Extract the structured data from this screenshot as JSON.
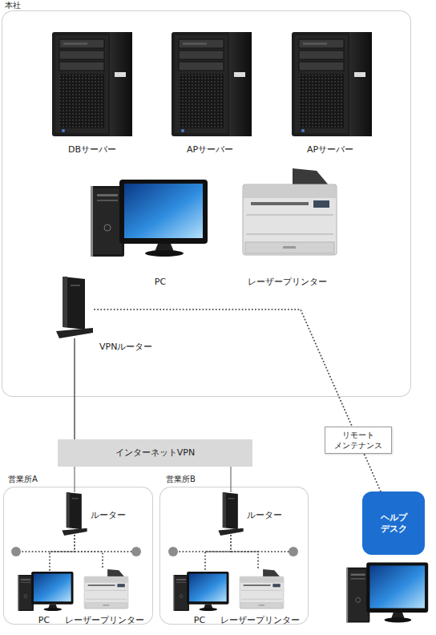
{
  "diagram": {
    "nodes": [
      {
        "text": [
          "本社"
        ]
      },
      {
        "text": [
          "DBサーバー"
        ],
        "in": 0
      },
      {
        "text": [
          "APサーバー"
        ],
        "in": 0
      },
      {
        "text": [
          "APサーバー"
        ],
        "in": 0
      },
      {
        "text": [
          "PC"
        ],
        "in": 0
      },
      {
        "text": [
          "レーザープリンター"
        ],
        "in": 0
      },
      {
        "text": [
          "VPNルーター"
        ],
        "in": 0
      },
      {
        "text": [
          "インターネットVPN"
        ]
      },
      {
        "text": [
          "営業所A"
        ]
      },
      {
        "text": [
          "ルーター"
        ],
        "in": 8
      },
      {
        "text": [
          "PC"
        ],
        "in": 8
      },
      {
        "text": [
          "レーザープリンター"
        ],
        "in": 8
      },
      {
        "text": [
          "営業所B"
        ]
      },
      {
        "text": [
          "ルーター"
        ],
        "in": 12
      },
      {
        "text": [
          "PC"
        ],
        "in": 12
      },
      {
        "text": [
          "レーザープリンター"
        ],
        "in": 12
      },
      {
        "text": [
          "ヘルプ デスク"
        ]
      }
    ],
    "edges": [
      {
        "from": 6,
        "to": 7,
        "arrow": "none"
      },
      {
        "from": 7,
        "to": 9,
        "arrow": "none"
      },
      {
        "from": 7,
        "to": 13,
        "arrow": "none"
      },
      {
        "from": 6,
        "to": 16,
        "label": "リモート メンテナンス",
        "arrow": "none"
      },
      {
        "from": 9,
        "to": 10,
        "arrow": "none"
      },
      {
        "from": 9,
        "to": 11,
        "arrow": "none"
      },
      {
        "from": 13,
        "to": 14,
        "arrow": "none"
      },
      {
        "from": 13,
        "to": 15,
        "arrow": "none"
      }
    ]
  }
}
